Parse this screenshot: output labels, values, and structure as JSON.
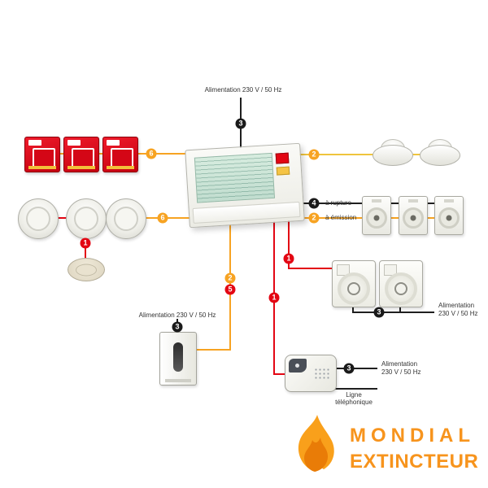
{
  "labels": {
    "power_top": "Alimentation 230 V / 50 Hz",
    "power_psu": "Alimentation 230 V / 50 Hz",
    "power_right_1": "Alimentation",
    "power_right_2": "230 V / 50 Hz",
    "power_phone_1": "Alimentation",
    "power_phone_2": "230 V / 50 Hz",
    "phone_1": "Ligne",
    "phone_2": "téléphonique",
    "rupture": "à rupture",
    "emission": "à émission"
  },
  "badges": {
    "top_power": "3",
    "call_points": "6",
    "heat": "2",
    "smoke": "6",
    "smoke_branch": "1",
    "rupture": "4",
    "emission": "2",
    "holders_line": "1",
    "psu_line_a": "2",
    "psu_line_b": "5",
    "phone_line": "1",
    "psu_power": "3",
    "holders_power": "3",
    "phone_power": "3"
  },
  "logo": {
    "line1": "MONDIAL",
    "line2": "EXTINCTEUR"
  },
  "colors": {
    "wire_orange": "#F7A322",
    "wire_yellow": "#EFC43D",
    "wire_red": "#E30613",
    "wire_black": "#1F1F1F",
    "device_red": "#E30613",
    "logo_orange": "#F7941D",
    "panel_display_green": "#CFE7DB"
  }
}
